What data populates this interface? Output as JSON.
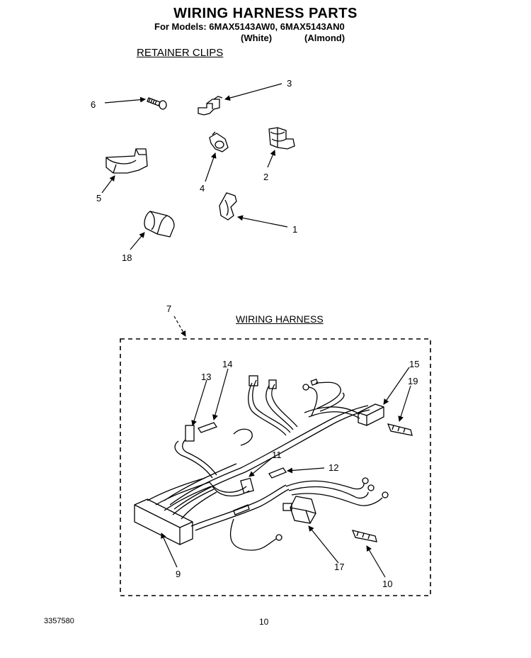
{
  "header": {
    "title": "WIRING HARNESS PARTS",
    "models_line": "For Models: 6MAX5143AW0,  6MAX5143AN0",
    "color_white": "(White)",
    "color_almond": "(Almond)"
  },
  "sections": {
    "retainer_clips": "RETAINER CLIPS",
    "wiring_harness": "WIRING HARNESS"
  },
  "callouts": {
    "p1": "1",
    "p2": "2",
    "p3": "3",
    "p4": "4",
    "p5": "5",
    "p6": "6",
    "p7": "7",
    "p9": "9",
    "p10": "10",
    "p11": "11",
    "p12": "12",
    "p13": "13",
    "p14": "14",
    "p15": "15",
    "p17": "17",
    "p18": "18",
    "p19": "19"
  },
  "footer": {
    "doc_number": "3357580",
    "page": "10"
  }
}
